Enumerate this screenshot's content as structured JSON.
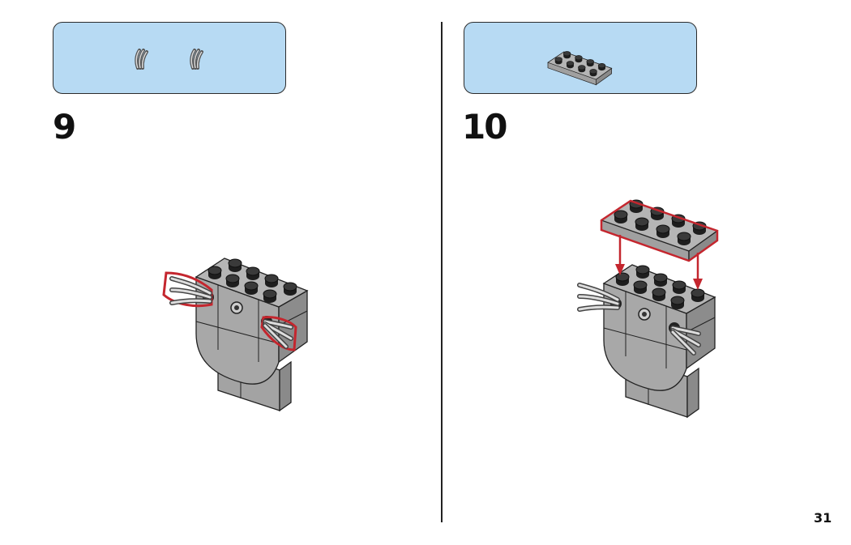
{
  "steps": [
    {
      "number": "9",
      "parts": [
        "whisker-piece",
        "whisker-piece"
      ]
    },
    {
      "number": "10",
      "parts": [
        "plate-2x4-gray"
      ]
    }
  ],
  "page_number": "31",
  "colors": {
    "parts_box": "#b7daf3",
    "highlight": "#c4262e",
    "brick_gray": "#9c9c9c"
  }
}
